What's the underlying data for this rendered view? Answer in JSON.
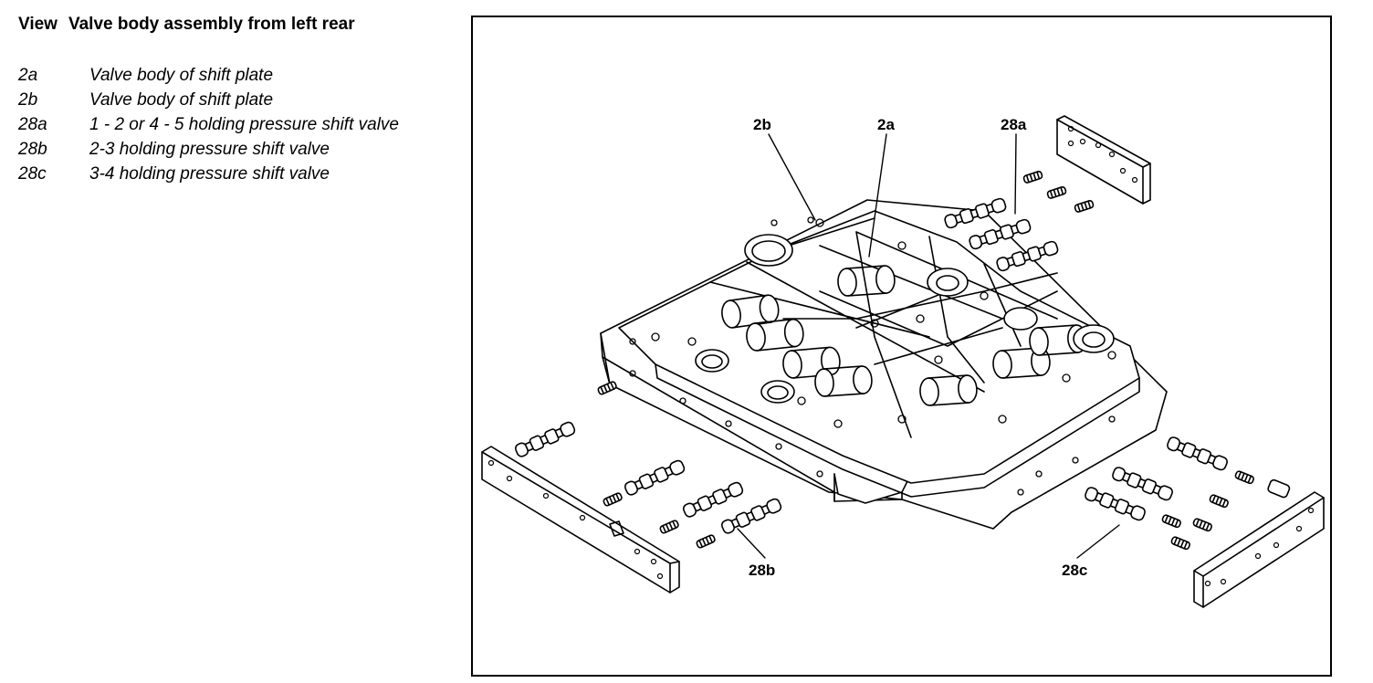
{
  "title": {
    "view_label": "View",
    "text": "Valve body assembly from left rear"
  },
  "legend": [
    {
      "key": "2a",
      "text": "Valve body of shift plate"
    },
    {
      "key": "2b",
      "text": "Valve body of shift plate"
    },
    {
      "key": "28a",
      "text": "1 - 2 or 4 - 5 holding pressure shift valve"
    },
    {
      "key": "28b",
      "text": "2-3 holding pressure shift valve"
    },
    {
      "key": "28c",
      "text": "3-4 holding pressure shift valve"
    }
  ],
  "callouts": {
    "c2b": "2b",
    "c2a": "2a",
    "c28a": "28a",
    "c28b": "28b",
    "c28c": "28c"
  }
}
